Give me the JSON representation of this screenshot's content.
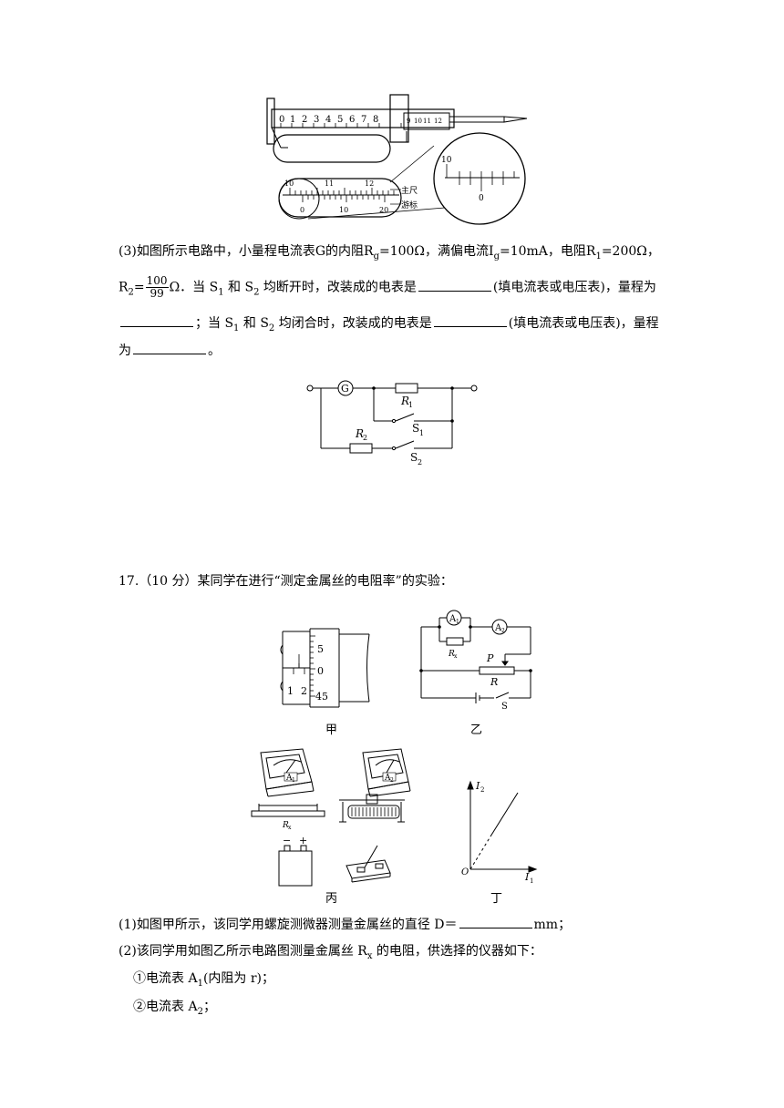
{
  "vernier_figure": {
    "main_digits": [
      "0",
      "1",
      "2",
      "3",
      "4",
      "5",
      "6",
      "7",
      "8"
    ],
    "tail_digits": [
      "9",
      "10",
      "11",
      "12"
    ],
    "zoom_main": [
      "10",
      "11",
      "12"
    ],
    "zoom_vernier": [
      "0",
      "10",
      "20"
    ],
    "label_main_scale": "主尺",
    "label_vernier": "游标",
    "circle_main": "10",
    "circle_vernier": "0"
  },
  "q16_3": {
    "text1": "(3)如图所示电路中，小量程电流表G的内阻R",
    "sub_g": "g",
    "text2": "=100Ω，满偏电流I",
    "text3": "=10mA，电阻R",
    "sub_1": "1",
    "text4": "=200Ω，",
    "r2_prefix": "R",
    "sub_2": "2",
    "r2_eq": "=",
    "frac_num": "100",
    "frac_den": "99",
    "r2_unit": "Ω．当 S",
    "text5": " 和 S",
    "text6": " 均断开时，改装成的电表是",
    "text7": "(填电流表或电压表)，量程为",
    "text8": "；当 S",
    "text9": " 均闭合时，改装成的电表是",
    "text10": "(填电流表或电压表)，量程",
    "text11": "为",
    "text12": "。"
  },
  "circuit1": {
    "g": "G",
    "r1": "R",
    "r1_sub": "1",
    "r2": "R",
    "r2_sub": "2",
    "s1": "S",
    "s1_sub": "1",
    "s2": "S",
    "s2_sub": "2"
  },
  "q17": {
    "title": "17.（10 分）某同学在进行“测定金属丝的电阻率”的实验：",
    "fig_jia": "甲",
    "fig_yi": "乙",
    "fig_bing": "丙",
    "fig_ding": "丁",
    "micro_5": "5",
    "micro_0": "0",
    "micro_45": "45",
    "micro_1": "1",
    "micro_2": "2",
    "yi_a1": "A",
    "yi_a2": "A",
    "yi_rx": "R",
    "yi_rx_sub": "x",
    "yi_p": "P",
    "yi_r": "R",
    "yi_s": "S",
    "bing_a1": "A",
    "bing_a2": "A",
    "bing_rx": "R",
    "bing_minus": "−",
    "bing_plus": "+",
    "ding_y": "I",
    "ding_y_sub": "2",
    "ding_x": "I",
    "ding_x_sub": "1",
    "ding_o": "O",
    "line1_a": "(1)如图甲所示，该同学用螺旋测微器测量金属丝的直径 D＝",
    "line1_b": "mm；",
    "line2_a": "(2)该同学用如图乙所示电路图测量金属丝 R",
    "line2_b": " 的电阻，供选择的仪器如下：",
    "item1_a": "①电流表 A",
    "item1_b": "(内阻为 r)；",
    "item2_a": "②电流表 A",
    "item2_b": "；",
    "sub_1": "1",
    "sub_2": "2",
    "sub_x": "x"
  }
}
